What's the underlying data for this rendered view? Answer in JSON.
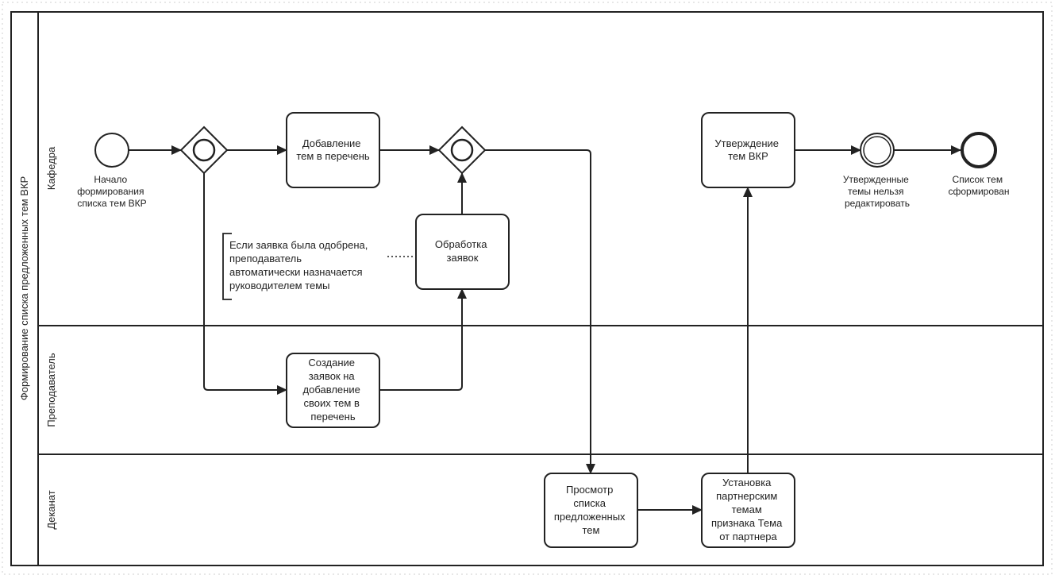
{
  "pool": {
    "title": "Формирование списка предложенных тем ВКР"
  },
  "lanes": [
    {
      "name": "Кафедра"
    },
    {
      "name": "Преподаватель"
    },
    {
      "name": "Деканат"
    }
  ],
  "events": {
    "start": {
      "label": [
        "Начало",
        "формирования",
        "списка тем ВКР"
      ]
    },
    "intermediate": {
      "label": [
        "Утвержденные",
        "темы нельзя",
        "редактировать"
      ]
    },
    "end": {
      "label": [
        "Список тем",
        "сформирован"
      ]
    }
  },
  "tasks": {
    "add_topics": {
      "lines": [
        "Добавление",
        "тем в перечень"
      ]
    },
    "approve": {
      "lines": [
        "Утверждение",
        "тем ВКР"
      ]
    },
    "process": {
      "lines": [
        "Обработка",
        "заявок"
      ]
    },
    "create_requests": {
      "lines": [
        "Создание",
        "заявок на",
        "добавление",
        "своих тем в",
        "перечень"
      ]
    },
    "review": {
      "lines": [
        "Просмотр",
        "списка",
        "предложенных",
        "тем"
      ]
    },
    "set_partner": {
      "lines": [
        "Установка",
        "партнерским",
        "темам",
        "признака Тема",
        "от партнера"
      ]
    }
  },
  "annotation": {
    "lines": [
      "Если заявка была одобрена,",
      "преподаватель",
      "автоматически назначается",
      "руководителем темы"
    ]
  },
  "colors": {
    "stroke": "#222222",
    "background": "#ffffff",
    "grid_dots": "#cfcfcf"
  }
}
